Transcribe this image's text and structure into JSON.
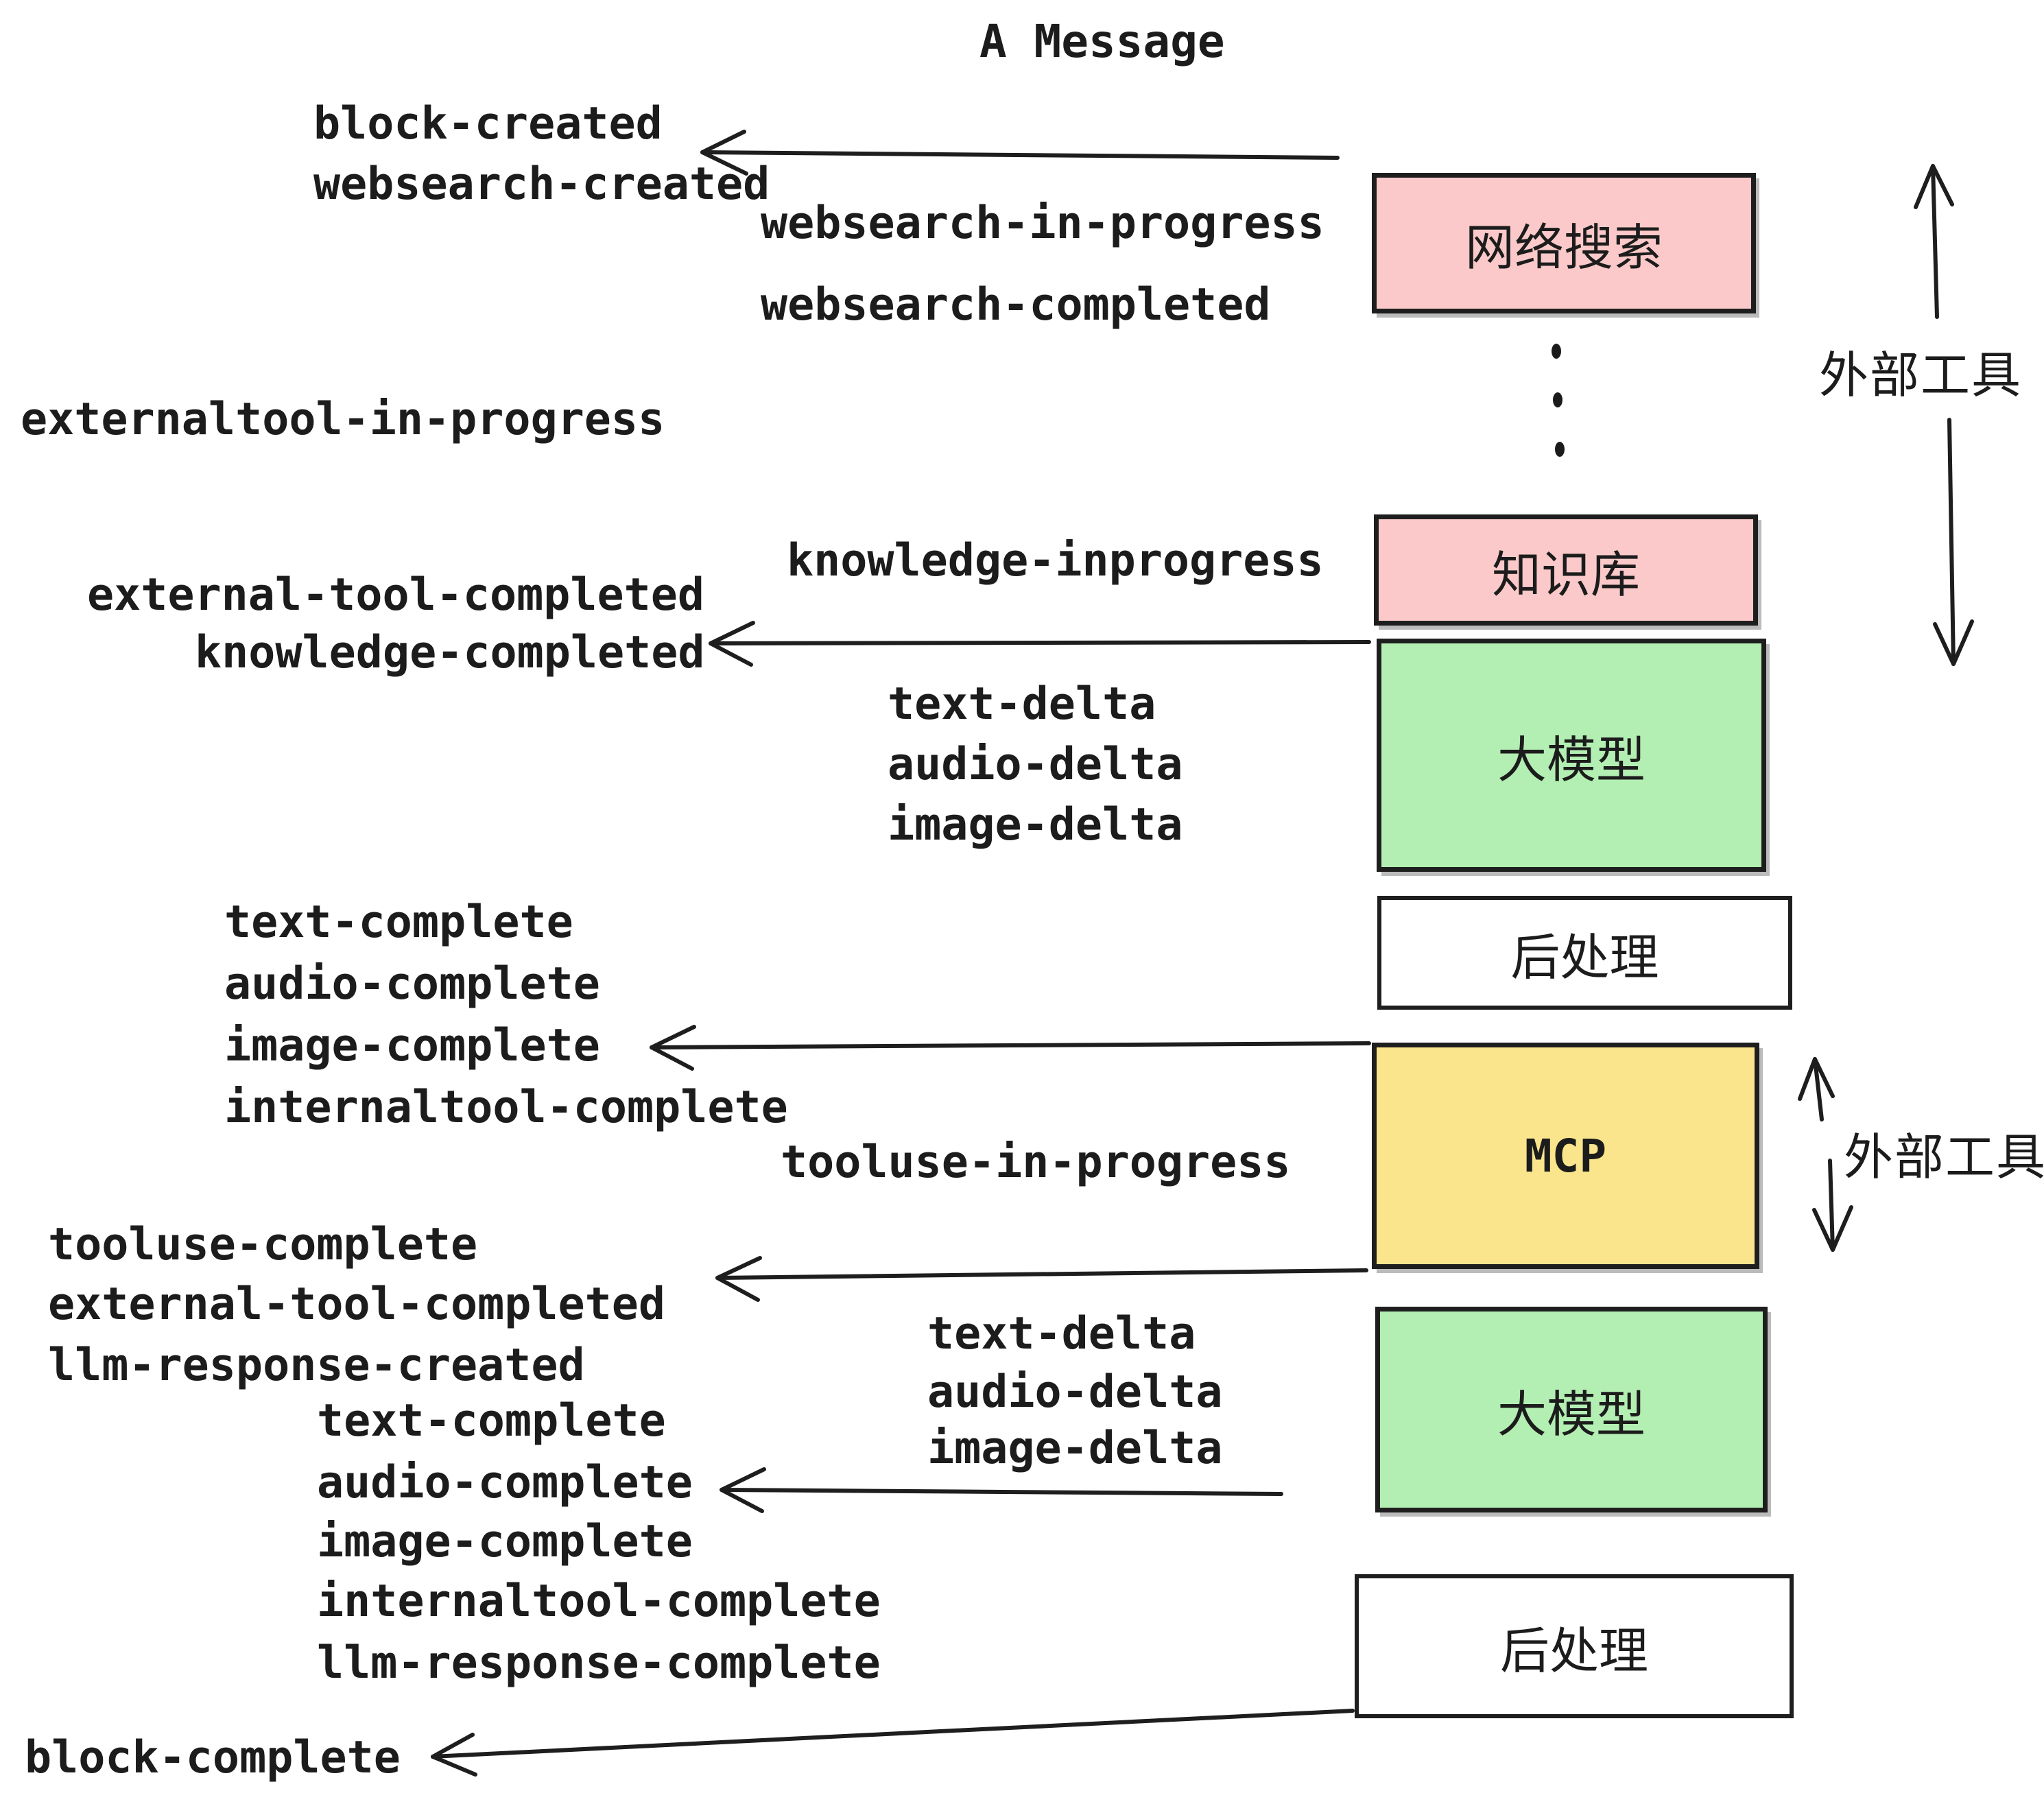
{
  "title": "A Message",
  "colors": {
    "box_pink": "#FBC9C9",
    "box_green": "#B3EEB3",
    "box_yellow": "#FAE58C",
    "box_white": "#FFFFFF",
    "ink": "#1E1E1E",
    "background": "#FFFFFF"
  },
  "boxes": [
    {
      "label": "网络搜索",
      "fill": "#FBC9C9"
    },
    {
      "label": "知识库",
      "fill": "#FBC9C9"
    },
    {
      "label": "大模型",
      "fill": "#B3EEB3"
    },
    {
      "label": "后处理",
      "fill": "#FFFFFF"
    },
    {
      "label": "MCP",
      "fill": "#FAE58C"
    },
    {
      "label": "大模型",
      "fill": "#B3EEB3"
    },
    {
      "label": "后处理",
      "fill": "#FFFFFF"
    }
  ],
  "side_labels": [
    "外部工具",
    "外部工具"
  ],
  "events": [
    "block-created",
    "websearch-created",
    "websearch-in-progress",
    "websearch-completed",
    "externaltool-in-progress",
    "knowledge-inprogress",
    "external-tool-completed",
    "knowledge-completed",
    "text-delta",
    "audio-delta",
    "image-delta",
    "text-complete",
    "audio-complete",
    "image-complete",
    "internaltool-complete",
    "tooluse-in-progress",
    "tooluse-complete",
    "external-tool-completed",
    "llm-response-created",
    "text-delta",
    "audio-delta",
    "image-delta",
    "text-complete",
    "audio-complete",
    "image-complete",
    "internaltool-complete",
    "llm-response-complete",
    "block-complete"
  ]
}
